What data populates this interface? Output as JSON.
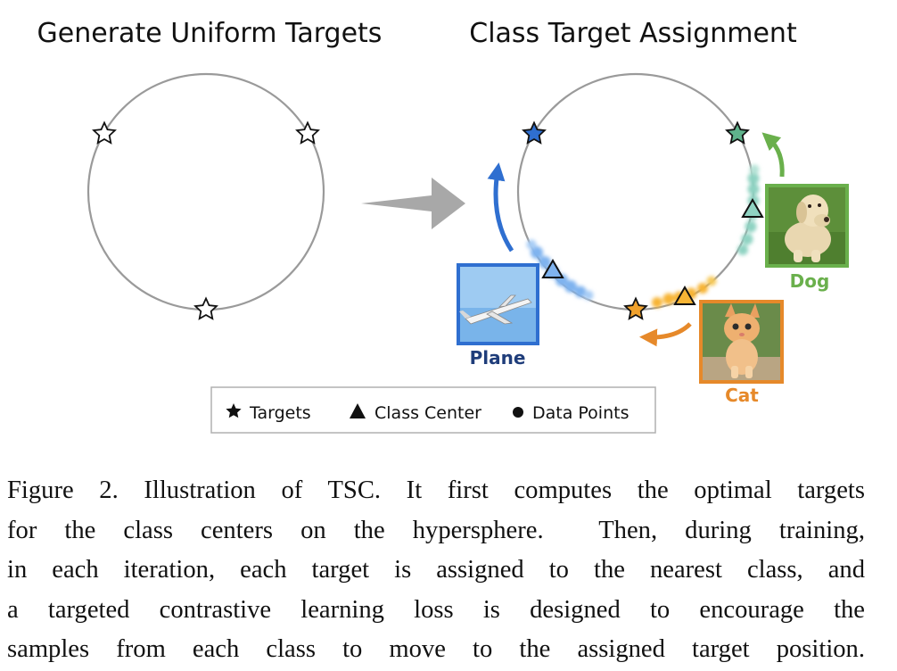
{
  "titles": {
    "left": "Generate Uniform Targets",
    "right": "Class Target Assignment"
  },
  "labels": {
    "plane": "Plane",
    "dog": "Dog",
    "cat": "Cat"
  },
  "legend": {
    "targets": "Targets",
    "class_center": "Class Center",
    "data_points": "Data Points"
  },
  "colors": {
    "plane": "#2f6fd0",
    "plane_dark": "#1f3d7a",
    "dog": "#6ab04c",
    "dog_points": "#8fd3c2",
    "cat": "#e6892a",
    "target_dog": "#5fb38c",
    "target_cat": "#f0a12c",
    "circle": "#9a9a9a",
    "arrow_gray": "#a8a8a8"
  },
  "icons": {
    "targets": "star-icon",
    "class_center": "triangle-icon",
    "data_points": "dot-icon"
  },
  "caption": {
    "line1": "Figure 2. Illustration of TSC. It first computes the optimal targets",
    "line2": "for the class centers on the hypersphere.  Then, during training,",
    "line3": "in each iteration, each target is assigned to the nearest class, and",
    "line4": "a targeted contrastive learning loss is designed to encourage the",
    "line5": "samples from each class to move to the assigned target position."
  }
}
